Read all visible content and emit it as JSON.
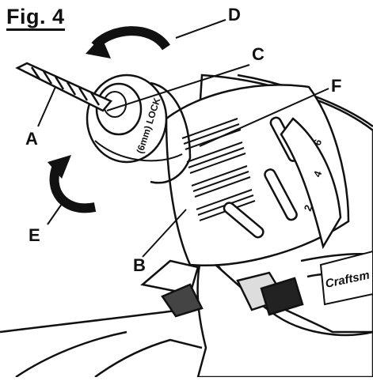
{
  "figure": {
    "title": "Fig. 4",
    "callouts": {
      "a": "A",
      "b": "B",
      "c": "C",
      "d": "D",
      "e": "E",
      "f": "F"
    },
    "collar_marking": "(6mm) LOCK",
    "scale_marks": [
      "2",
      "4",
      "6"
    ],
    "brand_mark": "Craftsm"
  }
}
